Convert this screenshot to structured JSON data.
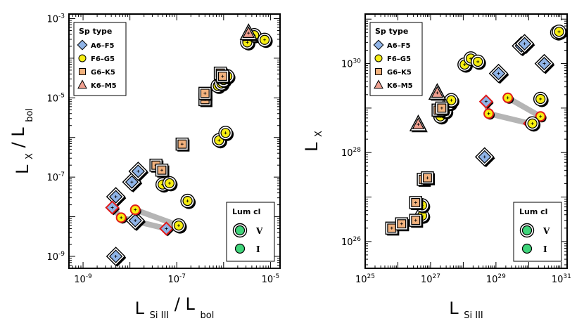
{
  "colors": {
    "A6-F5": "#8fb3e6",
    "F6-G5": "#f7ee12",
    "G6-K5": "#f2b27e",
    "K6-M5": "#f0a090",
    "lum_V": "#3fd47a",
    "lum_I": "#3fd47a",
    "link": "#b5b5b5",
    "supergiant_edge": "#e01a1a"
  },
  "legend": {
    "sp_title": "Sp type",
    "sp_items": [
      "A6–F5",
      "F6–G5",
      "G6–K5",
      "K6–M5"
    ],
    "lum_title": "Lum cl",
    "lum_items": [
      "V",
      "I"
    ]
  },
  "chart_data": [
    {
      "type": "scatter",
      "xlabel": "L_Si III / L_bol",
      "ylabel": "L_X / L_bol",
      "x_scale": "log",
      "y_scale": "log",
      "xlim": [
        5e-10,
        1.6e-05
      ],
      "ylim": [
        5e-10,
        0.0013
      ],
      "x_ticks": [
        {
          "v": 1e-09,
          "e": "-9"
        },
        {
          "v": 1e-07,
          "e": "-7"
        },
        {
          "v": 1e-05,
          "e": "-5"
        }
      ],
      "y_ticks": [
        {
          "v": 1e-09,
          "e": "-9"
        },
        {
          "v": 1e-07,
          "e": "-7"
        },
        {
          "v": 1e-05,
          "e": "-5"
        },
        {
          "v": 0.001,
          "e": "-3"
        }
      ],
      "legend_position": "top-left",
      "points": [
        {
          "sp": "A6-F5",
          "lum": "V",
          "x": 5e-09,
          "y": 1e-09
        },
        {
          "sp": "A6-F5",
          "lum": "V",
          "x": 1.3e-08,
          "y": 8e-09
        },
        {
          "sp": "A6-F5",
          "lum": "V",
          "x": 5e-09,
          "y": 3.2e-08
        },
        {
          "sp": "A6-F5",
          "lum": "V",
          "x": 1.1e-08,
          "y": 7.5e-08
        },
        {
          "sp": "A6-F5",
          "lum": "V",
          "x": 1.5e-08,
          "y": 1.4e-07
        },
        {
          "sp": "A6-F5",
          "lum": "I",
          "x": 4.2e-09,
          "y": 1.7e-08
        },
        {
          "sp": "A6-F5",
          "lum": "I",
          "x": 6e-08,
          "y": 5e-09
        },
        {
          "sp": "F6-G5",
          "lum": "I",
          "x": 6.5e-09,
          "y": 9.5e-09
        },
        {
          "sp": "F6-G5",
          "lum": "I",
          "x": 1.3e-08,
          "y": 1.5e-08
        },
        {
          "sp": "F6-G5",
          "lum": "I",
          "x": 1.1e-07,
          "y": 6e-09
        },
        {
          "sp": "F6-G5",
          "lum": "V",
          "x": 1.1e-07,
          "y": 6e-09
        },
        {
          "sp": "F6-G5",
          "lum": "V",
          "x": 5e-08,
          "y": 6.5e-08
        },
        {
          "sp": "F6-G5",
          "lum": "V",
          "x": 7e-08,
          "y": 7e-08
        },
        {
          "sp": "F6-G5",
          "lum": "V",
          "x": 1.7e-07,
          "y": 2.5e-08
        },
        {
          "sp": "F6-G5",
          "lum": "V",
          "x": 8e-07,
          "y": 8.5e-07
        },
        {
          "sp": "F6-G5",
          "lum": "V",
          "x": 1.1e-06,
          "y": 1.3e-06
        },
        {
          "sp": "F6-G5",
          "lum": "V",
          "x": 7.5e-07,
          "y": 2e-05
        },
        {
          "sp": "F6-G5",
          "lum": "V",
          "x": 9e-07,
          "y": 2.3e-05
        },
        {
          "sp": "F6-G5",
          "lum": "V",
          "x": 1e-06,
          "y": 2.8e-05
        },
        {
          "sp": "F6-G5",
          "lum": "V",
          "x": 1.2e-06,
          "y": 3.5e-05
        },
        {
          "sp": "F6-G5",
          "lum": "V",
          "x": 3.2e-06,
          "y": 0.00025
        },
        {
          "sp": "F6-G5",
          "lum": "V",
          "x": 4.5e-06,
          "y": 0.00038
        },
        {
          "sp": "F6-G5",
          "lum": "V",
          "x": 7.5e-06,
          "y": 0.00029
        },
        {
          "sp": "G6-K5",
          "lum": "V",
          "x": 3.6e-08,
          "y": 2e-07
        },
        {
          "sp": "G6-K5",
          "lum": "V",
          "x": 4.8e-08,
          "y": 1.5e-07
        },
        {
          "sp": "G6-K5",
          "lum": "V",
          "x": 1.3e-07,
          "y": 6.8e-07
        },
        {
          "sp": "G6-K5",
          "lum": "V",
          "x": 4e-07,
          "y": 9e-06
        },
        {
          "sp": "G6-K5",
          "lum": "V",
          "x": 4e-07,
          "y": 1.3e-05
        },
        {
          "sp": "G6-K5",
          "lum": "V",
          "x": 8.5e-07,
          "y": 4.2e-05
        },
        {
          "sp": "G6-K5",
          "lum": "V",
          "x": 9.5e-07,
          "y": 3.5e-05
        },
        {
          "sp": "K6-M5",
          "lum": "V",
          "x": 3.4e-06,
          "y": 0.00043
        }
      ],
      "links": [
        [
          5,
          7
        ],
        [
          7,
          6
        ],
        [
          8,
          9
        ]
      ]
    },
    {
      "type": "scatter",
      "xlabel": "L_Si III",
      "ylabel": "L_X",
      "x_scale": "log",
      "y_scale": "log",
      "xlim": [
        1e+25,
        1.5e+31
      ],
      "ylim": [
        2.5e+25,
        1.3e+31
      ],
      "x_ticks": [
        {
          "v": 1e+25,
          "e": "25"
        },
        {
          "v": 1e+27,
          "e": "27"
        },
        {
          "v": 1e+29,
          "e": "29"
        },
        {
          "v": 1e+31,
          "e": "31"
        }
      ],
      "y_ticks": [
        {
          "v": 1e+26,
          "e": "26"
        },
        {
          "v": 1e+28,
          "e": "28"
        },
        {
          "v": 1e+30,
          "e": "30"
        }
      ],
      "legend_position": "top-left",
      "points": [
        {
          "sp": "A6-F5",
          "lum": "V",
          "x": 4.5e+28,
          "y": 8e+27
        },
        {
          "sp": "A6-F5",
          "lum": "V",
          "x": 1.2e+29,
          "y": 6e+29
        },
        {
          "sp": "A6-F5",
          "lum": "V",
          "x": 6e+29,
          "y": 2.5e+30
        },
        {
          "sp": "A6-F5",
          "lum": "V",
          "x": 7.5e+29,
          "y": 2.8e+30
        },
        {
          "sp": "A6-F5",
          "lum": "V",
          "x": 3e+30,
          "y": 1e+30
        },
        {
          "sp": "A6-F5",
          "lum": "I",
          "x": 5e+28,
          "y": 1.4e+29
        },
        {
          "sp": "A6-F5",
          "lum": "I",
          "x": 1.1e+30,
          "y": 4.5e+28
        },
        {
          "sp": "F6-G5",
          "lum": "I",
          "x": 6e+28,
          "y": 7.5e+28
        },
        {
          "sp": "F6-G5",
          "lum": "I",
          "x": 2.3e+30,
          "y": 6.5e+28
        },
        {
          "sp": "F6-G5",
          "lum": "I",
          "x": 2.3e+29,
          "y": 1.7e+29
        },
        {
          "sp": "F6-G5",
          "lum": "V",
          "x": 5.5e+26,
          "y": 3.8e+26
        },
        {
          "sp": "F6-G5",
          "lum": "V",
          "x": 5.5e+26,
          "y": 6.5e+26
        },
        {
          "sp": "F6-G5",
          "lum": "V",
          "x": 2e+27,
          "y": 6.5e+28
        },
        {
          "sp": "F6-G5",
          "lum": "V",
          "x": 2.8e+27,
          "y": 8.5e+28
        },
        {
          "sp": "F6-G5",
          "lum": "V",
          "x": 3.8e+27,
          "y": 1.3e+29
        },
        {
          "sp": "F6-G5",
          "lum": "V",
          "x": 4.3e+27,
          "y": 1.5e+29
        },
        {
          "sp": "F6-G5",
          "lum": "V",
          "x": 1.1e+28,
          "y": 9.5e+29
        },
        {
          "sp": "F6-G5",
          "lum": "V",
          "x": 1.7e+28,
          "y": 1.3e+30
        },
        {
          "sp": "F6-G5",
          "lum": "V",
          "x": 2.8e+28,
          "y": 1.1e+30
        },
        {
          "sp": "F6-G5",
          "lum": "V",
          "x": 1.3e+30,
          "y": 4.5e+28
        },
        {
          "sp": "F6-G5",
          "lum": "V",
          "x": 2.3e+30,
          "y": 1.6e+29
        },
        {
          "sp": "F6-G5",
          "lum": "V",
          "x": 7.5e+30,
          "y": 5e+30
        },
        {
          "sp": "F6-G5",
          "lum": "V",
          "x": 8.5e+30,
          "y": 5.2e+30
        },
        {
          "sp": "G6-K5",
          "lum": "V",
          "x": 6.5e+25,
          "y": 2e+26
        },
        {
          "sp": "G6-K5",
          "lum": "V",
          "x": 1.3e+26,
          "y": 2.5e+26
        },
        {
          "sp": "G6-K5",
          "lum": "V",
          "x": 3.5e+26,
          "y": 3e+26
        },
        {
          "sp": "G6-K5",
          "lum": "V",
          "x": 3.5e+26,
          "y": 7.5e+26
        },
        {
          "sp": "G6-K5",
          "lum": "V",
          "x": 6e+26,
          "y": 2.5e+27
        },
        {
          "sp": "G6-K5",
          "lum": "V",
          "x": 8e+26,
          "y": 2.7e+27
        },
        {
          "sp": "G6-K5",
          "lum": "V",
          "x": 1.7e+27,
          "y": 9e+28
        },
        {
          "sp": "G6-K5",
          "lum": "V",
          "x": 2.2e+27,
          "y": 1e+29
        },
        {
          "sp": "K6-M5",
          "lum": "V",
          "x": 4.2e+26,
          "y": 4.3e+28
        },
        {
          "sp": "K6-M5",
          "lum": "V",
          "x": 1.6e+27,
          "y": 2.2e+29
        }
      ],
      "links": [
        [
          5,
          7
        ],
        [
          7,
          6
        ],
        [
          9,
          8
        ]
      ]
    }
  ]
}
